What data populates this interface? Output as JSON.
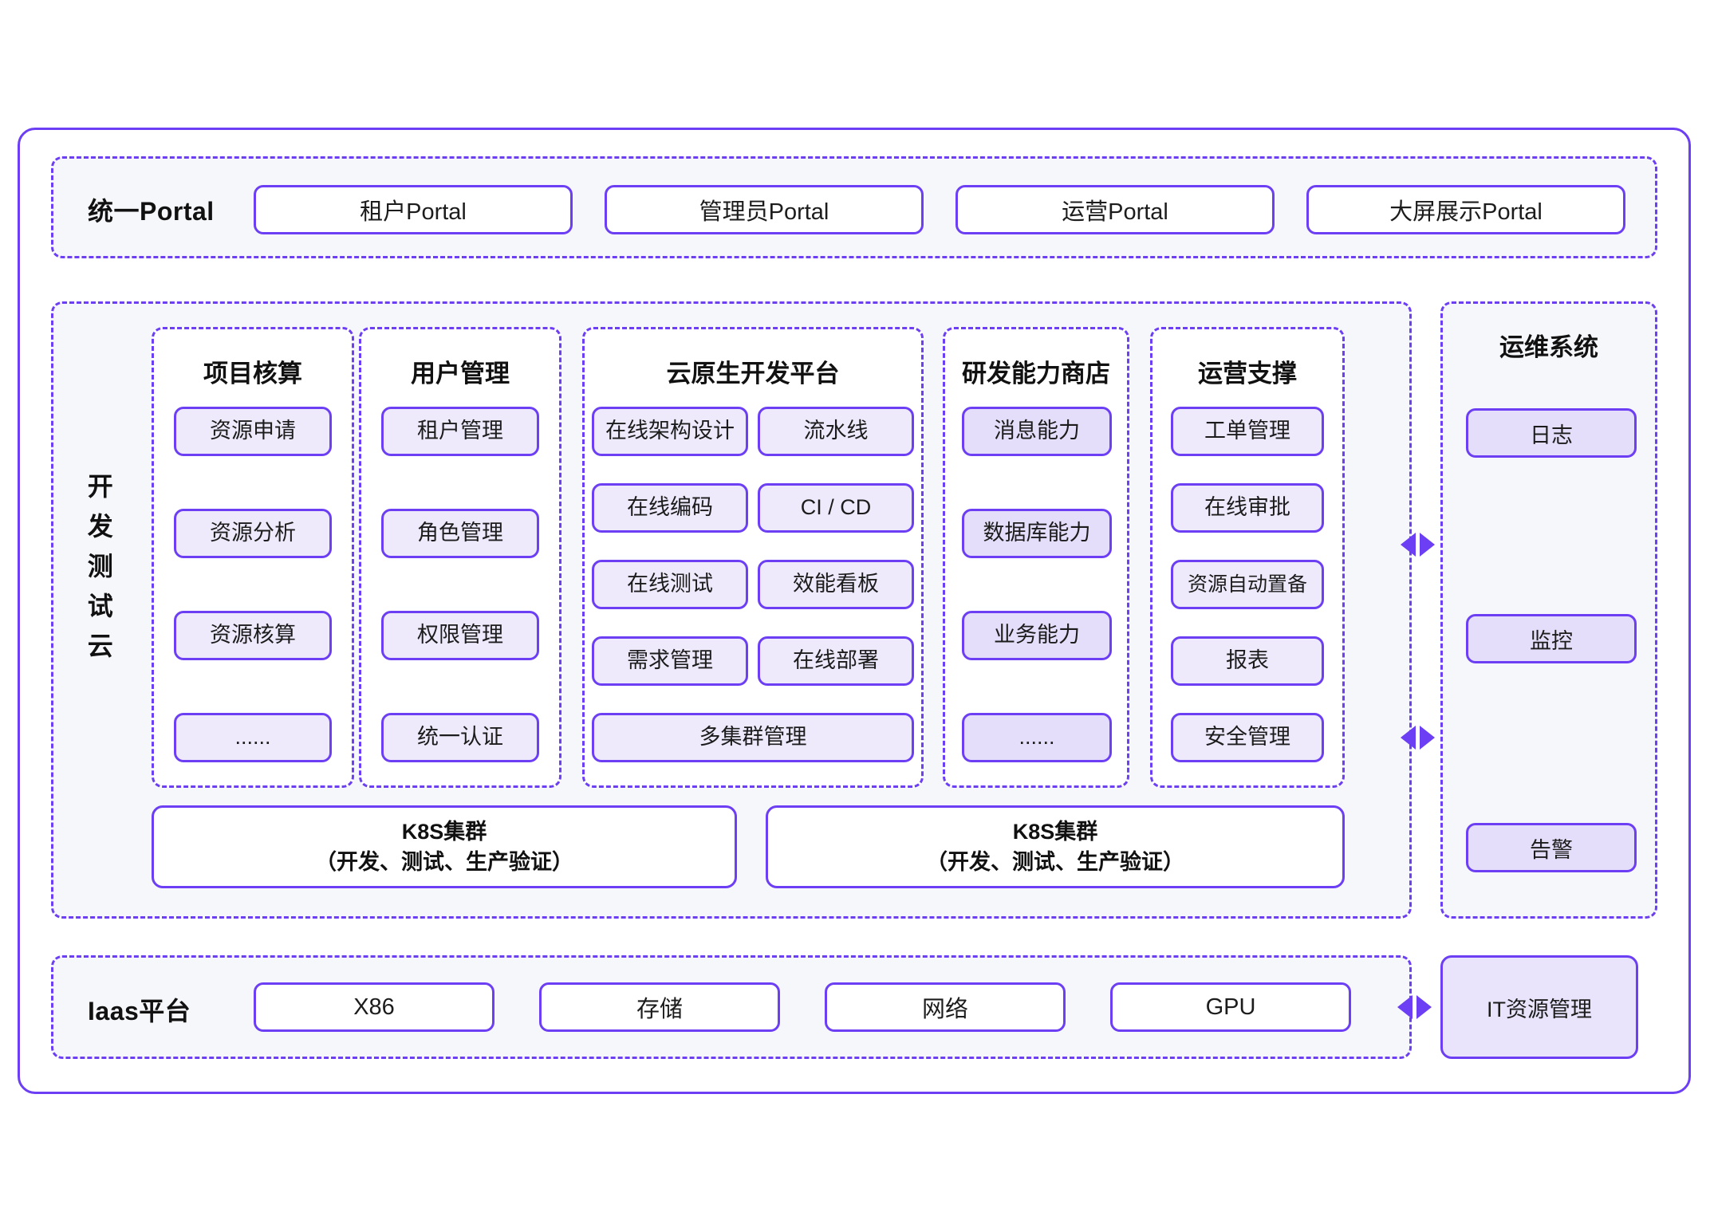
{
  "theme": {
    "accent": "#6c3ef4",
    "panel_fill": "#f6f7fa",
    "pill_fill": "#eeeafc",
    "pill_fill_deep": "#e5defa",
    "page_bg": "#ffffff"
  },
  "portal_row": {
    "label": "统一Portal",
    "items": [
      {
        "label": "租户Portal"
      },
      {
        "label": "管理员Portal"
      },
      {
        "label": "运营Portal"
      },
      {
        "label": "大屏展示Portal"
      }
    ]
  },
  "dev_test_cloud": {
    "label": "开发测试云",
    "groups": [
      {
        "title": "项目核算",
        "layout": "single",
        "items": [
          "资源申请",
          "资源分析",
          "资源核算",
          "......"
        ]
      },
      {
        "title": "用户管理",
        "layout": "single",
        "items": [
          "租户管理",
          "角色管理",
          "权限管理",
          "统一认证"
        ]
      },
      {
        "title": "云原生开发平台",
        "layout": "double",
        "items": [
          "在线架构设计",
          "流水线",
          "在线编码",
          "CI / CD",
          "在线测试",
          "效能看板",
          "需求管理",
          "在线部署"
        ],
        "full_width_item": "多集群管理"
      },
      {
        "title": "研发能力商店",
        "layout": "single",
        "items": [
          "消息能力",
          "数据库能力",
          "业务能力",
          "......"
        ]
      },
      {
        "title": "运营支撑",
        "layout": "single",
        "items": [
          "工单管理",
          "在线审批",
          "资源自动置备",
          "报表",
          "安全管理"
        ]
      }
    ],
    "clusters": [
      {
        "line1": "K8S集群",
        "line2": "（开发、测试、生产验证）"
      },
      {
        "line1": "K8S集群",
        "line2": "（开发、测试、生产验证）"
      }
    ]
  },
  "ops_system": {
    "title": "运维系统",
    "items": [
      "日志",
      "监控",
      "告警"
    ]
  },
  "iaas_row": {
    "label": "Iaas平台",
    "items": [
      "X86",
      "存储",
      "网络",
      "GPU"
    ],
    "right_block": "IT资源管理"
  },
  "connectors": [
    {
      "name": "ops-connector-top",
      "glyphs": [
        "left-triangle-icon",
        "right-triangle-icon"
      ]
    },
    {
      "name": "ops-connector-bottom",
      "glyphs": [
        "left-triangle-icon",
        "right-triangle-icon"
      ]
    },
    {
      "name": "iaas-connector",
      "glyphs": [
        "left-triangle-icon",
        "right-triangle-icon"
      ]
    }
  ]
}
